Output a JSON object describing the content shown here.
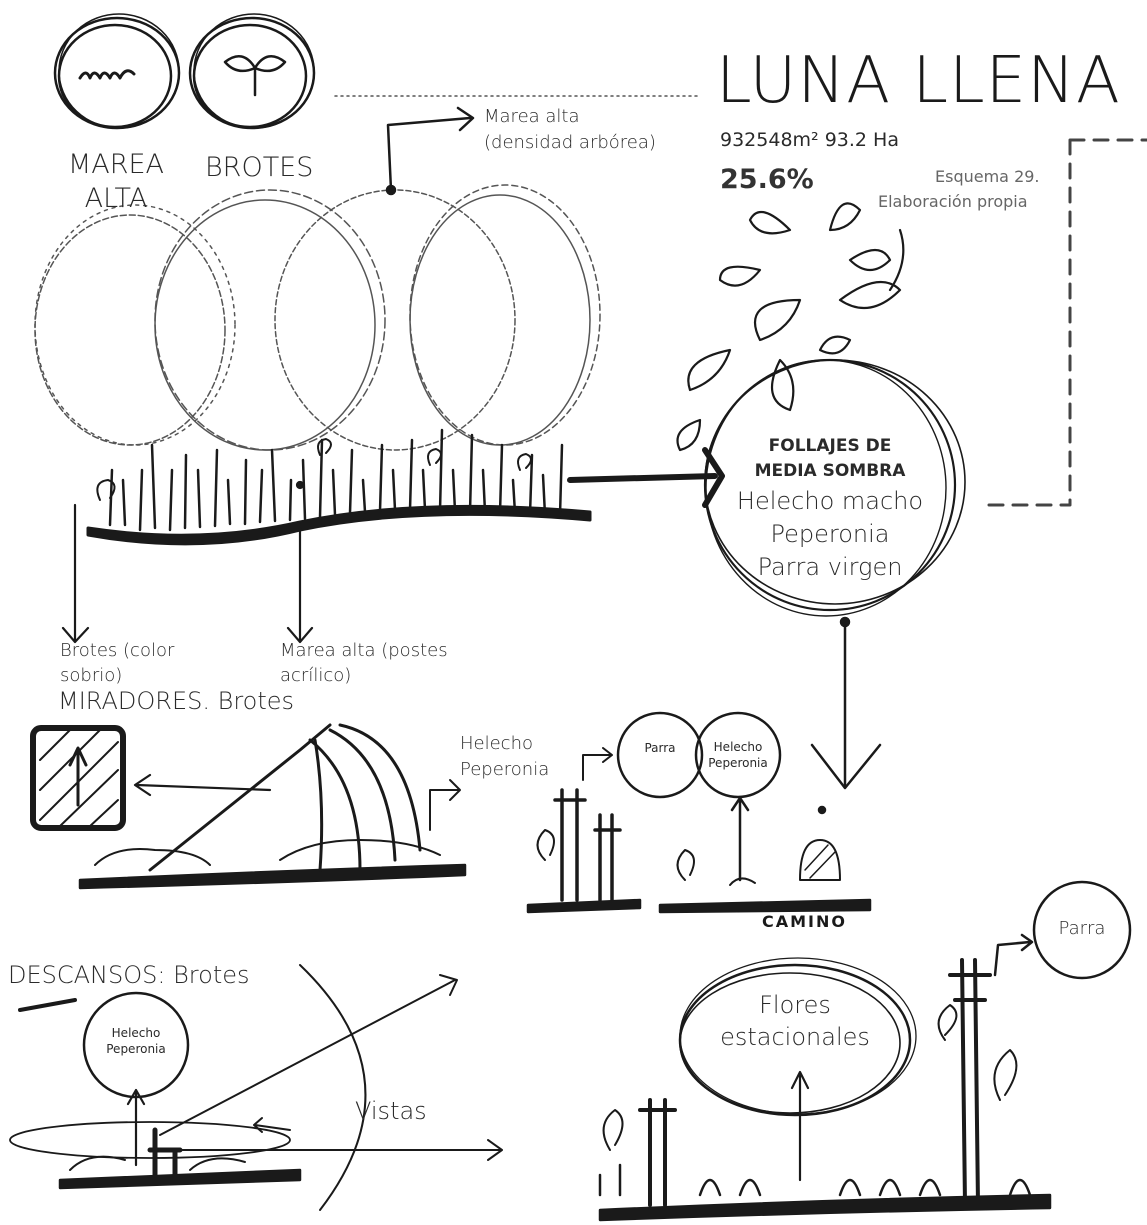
{
  "title": "LUNA LLENA",
  "area": "932548m² 93.2 Ha",
  "percent": "25.6%",
  "caption": {
    "line1": "Esquema 29.",
    "line2": "Elaboración propia"
  },
  "legend": {
    "marea_alta": {
      "line1": "MAREA",
      "line2": "ALTA"
    },
    "brotes": "BROTES"
  },
  "top_note": {
    "line1": "Marea alta",
    "line2": "(densidad arbórea)"
  },
  "follajes": {
    "heading1": "FOLLAJES DE",
    "heading2": "MEDIA SOMBRA",
    "items": [
      "Helecho macho",
      "Peperonia",
      "Parra virgen"
    ]
  },
  "notes": {
    "brotes_color": {
      "line1": "Brotes (color",
      "line2": "sobrio)"
    },
    "marea_postes": {
      "line1": "Marea alta (postes",
      "line2": "acrílico)"
    }
  },
  "miradores": {
    "title": "MIRADORES. Brotes",
    "label1": "Helecho",
    "label2": "Peperonia"
  },
  "camino": {
    "parra": "Parra",
    "helecho1": "Helecho",
    "helecho2": "Peperonia",
    "label": "CAMINO"
  },
  "descansos": {
    "title": "DESCANSOS: Brotes",
    "circle1": "Helecho",
    "circle2": "Peperonia",
    "vistas": "Vistas"
  },
  "flores": {
    "line1": "Flores",
    "line2": "estacionales",
    "parra": "Parra"
  }
}
